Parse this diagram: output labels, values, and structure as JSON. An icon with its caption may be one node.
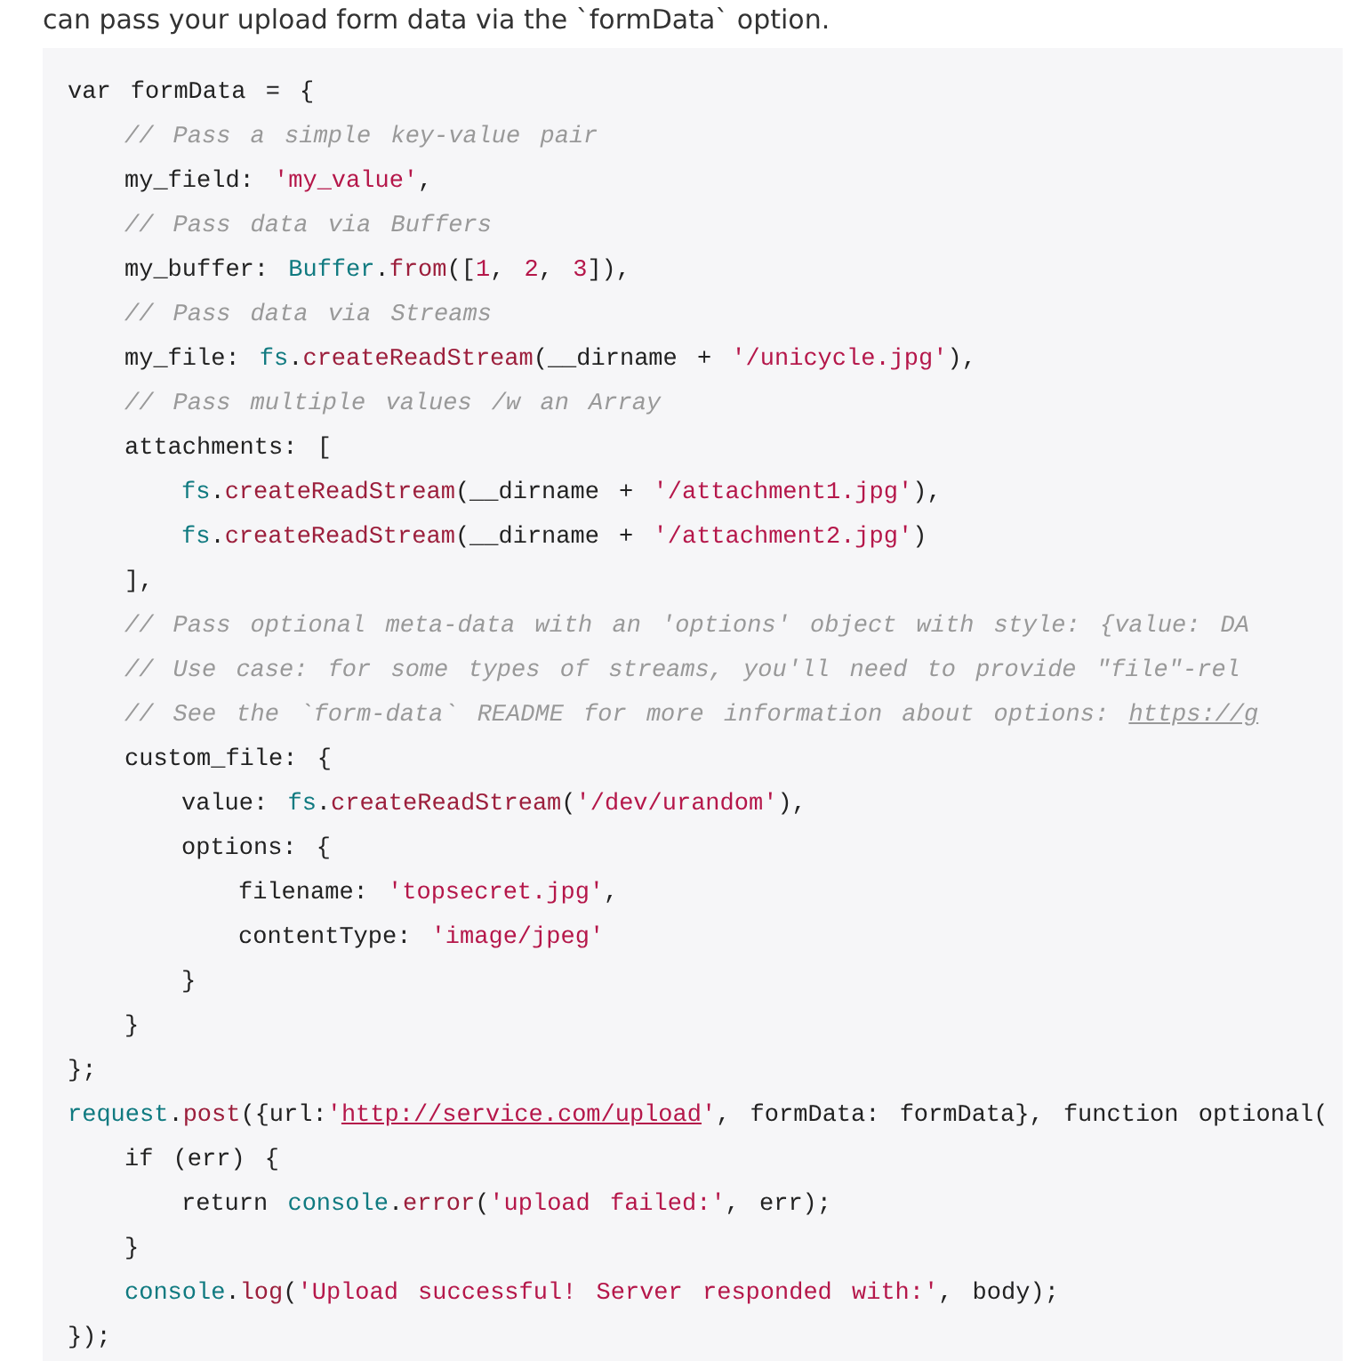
{
  "diagram": {
    "labels": [
      "can pass your upload form data via the `formData` option.",
      "var formData = {",
      "// Pass a simple key-value pair",
      "my_field: 'my_value',",
      "// Pass data via Buffers",
      "my_buffer: Buffer.from([1, 2, 3]),",
      "// Pass data via Streams",
      "my_file: fs.createReadStream(__dirname + '/unicycle.jpg'),",
      "// Pass multiple values /w an Array",
      "attachments: [",
      "fs.createReadStream(__dirname + '/attachment1.jpg'),",
      "fs.createReadStream(__dirname + '/attachment2.jpg')",
      "],",
      "// Pass optional meta-data with an 'options' object with style: {value: DA",
      "// Use case: for some types of streams, you'll need to provide \"file\"-rel",
      "// See the `form-data` README for more information about options: https://g",
      "custom_file: {",
      "value: fs.createReadStream('/dev/urandom'),",
      "options: {",
      "filename: 'topsecret.jpg',",
      "contentType: 'image/jpeg'",
      "}",
      "}",
      "};",
      "request.post({url:'http://service.com/upload', formData: formData}, function optional(",
      "if (err) {",
      "return console.error('upload failed:', err);",
      "}",
      "console.log('Upload successful! Server responded with:', body);",
      "});"
    ]
  }
}
